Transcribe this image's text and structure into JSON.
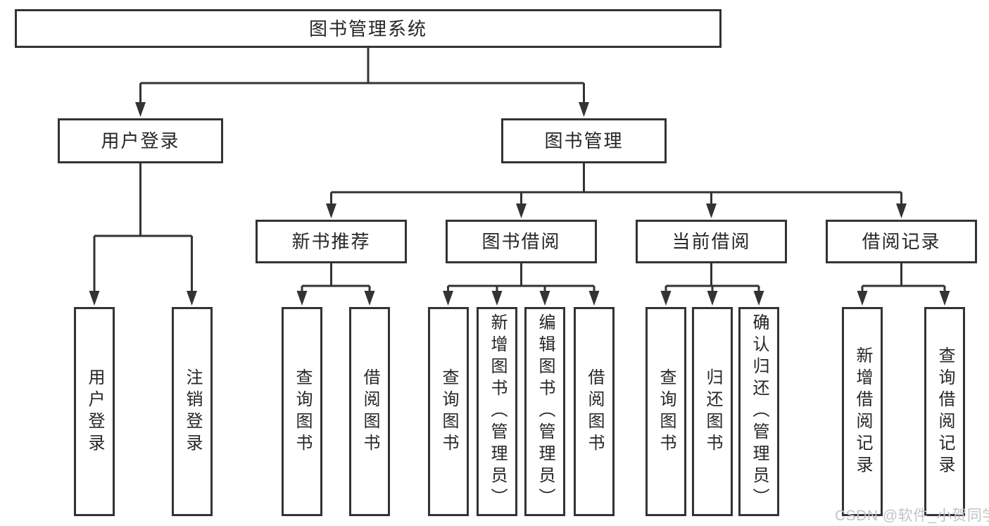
{
  "diagram": {
    "background": "#ffffff",
    "line_color": "#333333",
    "text_color": "#262626",
    "watermark": {
      "text": "CSDN @软件_小贺同学",
      "color": "#c3c3c3"
    },
    "root": {
      "label": "图书管理系统"
    },
    "level2": [
      {
        "label": "用户登录"
      },
      {
        "label": "图书管理"
      }
    ],
    "level3": [
      {
        "label": "新书推荐"
      },
      {
        "label": "图书借阅"
      },
      {
        "label": "当前借阅"
      },
      {
        "label": "借阅记录"
      }
    ],
    "leaves": {
      "user_login": [
        "用户登录",
        "注销登录"
      ],
      "new_book": [
        "查询图书",
        "借阅图书"
      ],
      "book_borrow": [
        "查询图书",
        "新增图书（管理员）",
        "编辑图书（管理员）",
        "借阅图书"
      ],
      "current_borrow": [
        "查询图书",
        "归还图书",
        "确认归还（管理员）"
      ],
      "borrow_record": [
        "新增借阅记录",
        "查询借阅记录"
      ]
    }
  }
}
